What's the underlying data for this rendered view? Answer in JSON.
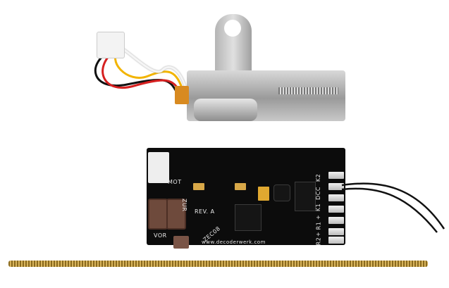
{
  "image": {
    "description": "Product photo of a model-railway stepper motor kit: slider stepper motor with 4-wire cable, DCC decoder circuit board, and a threaded brass rod",
    "background": "#ffffff"
  },
  "pcb": {
    "connector_label": "MOT",
    "revision_label": "REV. A",
    "button_left_label": "VOR",
    "button_right_label": "ZUR",
    "url_text": "www.decoderwerk.com",
    "serial_text": "ZEC08",
    "pad_labels": [
      "K2",
      "DCC",
      "K1",
      "+",
      "R1",
      "+",
      "R2"
    ]
  },
  "colors": {
    "pcb": "#0c0c0c",
    "brass_rod": "#c9a24a",
    "motor_metal": "#b8b8b8",
    "wire_red": "#d62020",
    "wire_yellow": "#f2b400",
    "wire_black": "#111111",
    "wire_white": "#f5f5f5"
  }
}
